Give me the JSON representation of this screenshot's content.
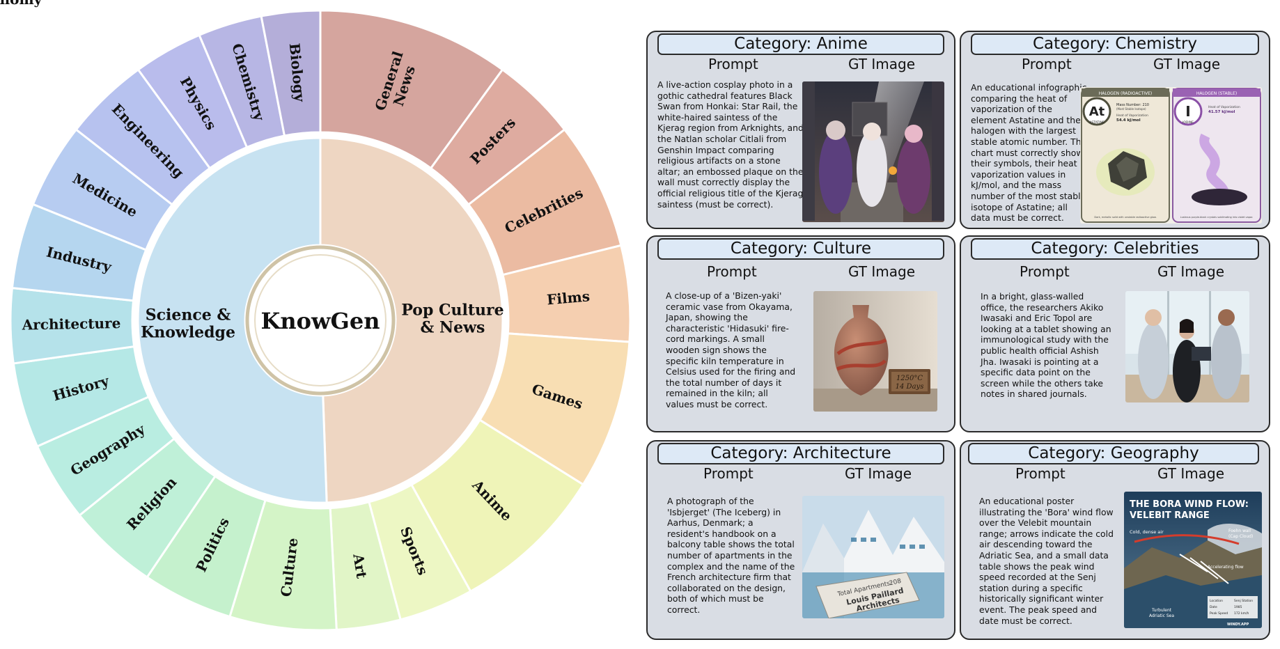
{
  "diagram": {
    "center_label": "KnowGen",
    "groups": [
      {
        "label_lines": [
          "Pop Culture",
          "& News"
        ],
        "color": "#eed6c2",
        "categories": [
          {
            "label_lines": [
              "General",
              "News"
            ],
            "color": "#d5a59e"
          },
          {
            "label_lines": [
              "Posters"
            ],
            "color": "#deaba0"
          },
          {
            "label_lines": [
              "Celebrities"
            ],
            "color": "#ebbba2"
          },
          {
            "label_lines": [
              "Films"
            ],
            "color": "#f5cfb0"
          },
          {
            "label_lines": [
              "Games"
            ],
            "color": "#f8deb3"
          },
          {
            "label_lines": [
              "Anime"
            ],
            "color": "#eff4b8"
          }
        ]
      },
      {
        "label_lines": [
          "Science &",
          "Knowledge"
        ],
        "color": "#c7e2f1",
        "categories": [
          {
            "label_lines": [
              "Sports"
            ],
            "color": "#edf7c4"
          },
          {
            "label_lines": [
              "Art"
            ],
            "color": "#e1f5c7"
          },
          {
            "label_lines": [
              "Culture"
            ],
            "color": "#d4f4c7"
          },
          {
            "label_lines": [
              "Politics"
            ],
            "color": "#c5f1cd"
          },
          {
            "label_lines": [
              "Religion"
            ],
            "color": "#bff0d8"
          },
          {
            "label_lines": [
              "Geography"
            ],
            "color": "#b9ede1"
          },
          {
            "label_lines": [
              "History"
            ],
            "color": "#b5e8e6"
          },
          {
            "label_lines": [
              "Architecture"
            ],
            "color": "#b5e2ea"
          },
          {
            "label_lines": [
              "Industry"
            ],
            "color": "#b5d6ef"
          },
          {
            "label_lines": [
              "Medicine"
            ],
            "color": "#b7ccf1"
          },
          {
            "label_lines": [
              "Engineering"
            ],
            "color": "#b7c2ef"
          },
          {
            "label_lines": [
              "Physics"
            ],
            "color": "#b9bcec"
          },
          {
            "label_lines": [
              "Chemistry"
            ],
            "color": "#b7b6e4"
          },
          {
            "label_lines": [
              "Biology"
            ],
            "color": "#b4aed9"
          },
          {
            "label_lines": [
              "Astronomy"
            ],
            "color": "#b2a8cb"
          }
        ]
      }
    ]
  },
  "panels": [
    {
      "title": "Category: Anime",
      "prompt_header": "Prompt",
      "gt_header": "GT Image",
      "prompt": "A live-action cosplay photo in a gothic cathedral features Black Swan from Honkai: Star Rail, the white-haired saintess of the Kjerag region from Arknights, and the Natlan scholar Citlali from Genshin Impact comparing religious artifacts on a stone altar; an embossed plaque on the wall must correctly display the official religious title of the Kjerag saintess (must be correct)."
    },
    {
      "title": "Category: Chemistry",
      "prompt_header": "Prompt",
      "gt_header": "GT Image",
      "prompt": "An educational infographic comparing the heat of vaporization of the element Astatine and the halogen with the largest stable atomic number. The chart must correctly show their symbols, their heat of vaporization values in kJ/mol, and the mass number of the most stable isotope of Astatine; all data must be correct.",
      "image_text": {
        "left_header": "HALOGEN (RADIOACTIVE)",
        "right_header": "HALOGEN (STABLE)",
        "left_symbol": "At",
        "left_name": "ASTATINE",
        "left_mass": "Mass Number: 210",
        "left_mass_note": "(Most Stable Isotope)",
        "left_heat_label": "Heat of Vaporization",
        "left_heat": "54.4 kJ/mol",
        "right_symbol": "I",
        "right_name": "IODINE",
        "right_heat_label": "Heat of Vaporization",
        "right_heat": "41.57 kJ/mol",
        "left_caption": "Dark, metallic solid with unstable radioactive glow.",
        "right_caption": "Lustrous purple-black crystals sublimating into violet vapor."
      }
    },
    {
      "title": "Category: Culture",
      "prompt_header": "Prompt",
      "gt_header": "GT Image",
      "prompt": "A close-up of a 'Bizen-yaki' ceramic vase from Okayama, Japan, showing the characteristic 'Hidasuki' fire-cord markings. A small wooden sign shows the specific kiln temperature in Celsius used for the firing and the total number of days it remained in the kiln; all values must be correct.",
      "image_text": {
        "sign_temp": "1250°C",
        "sign_days": "14 Days"
      }
    },
    {
      "title": "Category: Celebrities",
      "prompt_header": "Prompt",
      "gt_header": "GT Image",
      "prompt": "In a bright, glass-walled office, the researchers Akiko Iwasaki and Eric Topol are looking at a tablet showing an immunological study with the public health official Ashish Jha. Iwasaki is pointing at a specific data point on the screen while the others take notes in shared journals."
    },
    {
      "title": "Category: Architecture",
      "prompt_header": "Prompt",
      "gt_header": "GT Image",
      "prompt": "A photograph of the 'Isbjerget' (The Iceberg) in Aarhus, Denmark; a resident's handbook on a balcony table shows the total number of apartments in the complex and the name of the French architecture firm that collaborated on the design, both of which must be correct.",
      "image_text": {
        "book_line1": "Total",
        "book_line2": "Apartments:",
        "book_line3": "208",
        "book_firm1": "Louis Paillard",
        "book_firm2": "Architects"
      }
    },
    {
      "title": "Category: Geography",
      "prompt_header": "Prompt",
      "gt_header": "GT Image",
      "prompt": "An educational poster illustrating the 'Bora' wind flow over the Velebit mountain range; arrows indicate the cold air descending toward the Adriatic Sea, and a small data table shows the peak wind speed recorded at the Senj station during a specific historically significant winter event. The peak speed and date must be correct.",
      "image_text": {
        "title1": "THE BORA WIND FLOW:",
        "title2": "VELEBIT RANGE",
        "cold": "Cold, dense air",
        "foehn1": "Foehn wall",
        "foehn2": "(Cap Cloud)",
        "accel": "Accelerating flow",
        "turb1": "Turbulent",
        "turb2": "Adriatic Sea",
        "t_loc": "Location",
        "t_loc_v": "Senj Station",
        "t_date": "Date",
        "t_date_v": "1985",
        "t_speed": "Peak Speed",
        "t_speed_v": "172 km/h",
        "brand": "WINDY.APP"
      }
    }
  ]
}
